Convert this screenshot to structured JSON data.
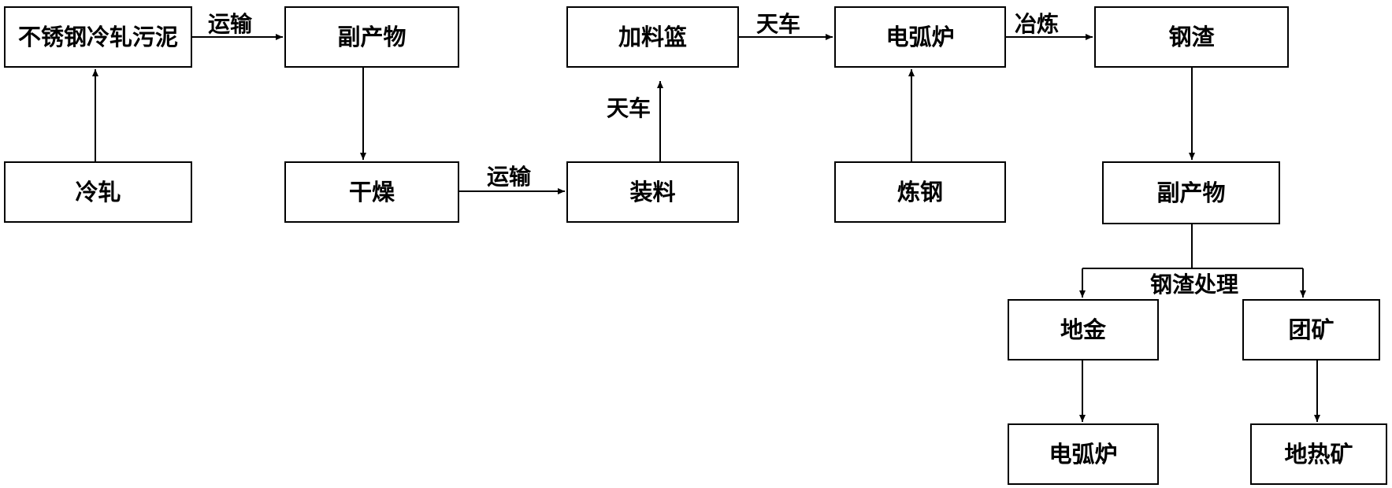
{
  "nodes": {
    "sludge": "不锈钢冷轧污泥",
    "cold_rolling": "冷轧",
    "byproduct_1": "副产物",
    "drying": "干燥",
    "charging_basket": "加料篮",
    "loading": "装料",
    "eaf_1": "电弧炉",
    "steelmaking": "炼钢",
    "steel_slag": "钢渣",
    "byproduct_2": "副产物",
    "ground_metal": "地金",
    "agglomerate": "团矿",
    "eaf_2": "电弧炉",
    "geothermal_ore": "地热矿"
  },
  "edge_labels": {
    "transport_1": "运输",
    "transport_2": "运输",
    "crane_1": "天车",
    "crane_2": "天车",
    "smelting": "冶炼",
    "slag_processing": "钢渣处理"
  }
}
